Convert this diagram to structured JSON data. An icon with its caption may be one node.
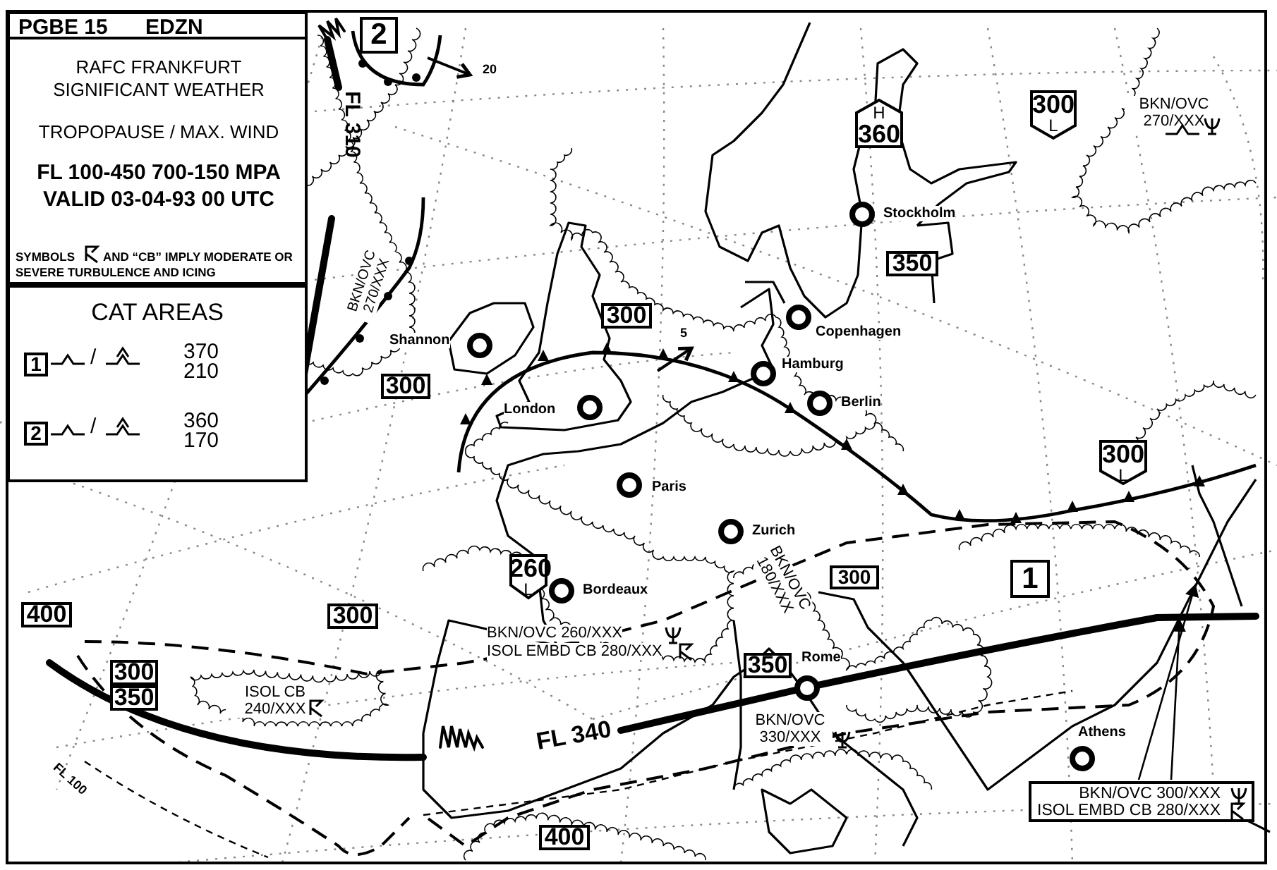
{
  "diagram": {
    "nodes": [
      {
        "text": [
          "PGBE 15",
          "EDZN"
        ]
      },
      {
        "text": [
          "RAFC FRANKFURT SIGNIFICANT WEATHER",
          "TROPOPAUSE / MAX. WIND",
          "FL 100-450 700-150 MPA VALID 03-04-93 00 UTC",
          "SYMBOLS",
          "AND “CB” IMPLY MODERATE OR SEVERE TURBULENCE AND ICING"
        ]
      },
      {
        "text": [
          "CAT AREAS"
        ]
      },
      {
        "text": [
          "1"
        ],
        "in": 2
      },
      {
        "text": [
          "2"
        ],
        "in": 2
      },
      {
        "text": [
          "2"
        ]
      },
      {
        "text": [
          "H",
          "360"
        ]
      },
      {
        "text": [
          "300",
          "L"
        ]
      },
      {
        "text": [
          "350"
        ]
      },
      {
        "text": [
          "300"
        ]
      },
      {
        "text": [
          "300"
        ]
      },
      {
        "text": [
          "300",
          "L"
        ]
      },
      {
        "text": [
          "260",
          "L"
        ]
      },
      {
        "text": [
          "300"
        ]
      },
      {
        "text": [
          "1"
        ]
      },
      {
        "text": [
          "400"
        ]
      },
      {
        "text": [
          "300"
        ]
      },
      {
        "text": [
          "300"
        ]
      },
      {
        "text": [
          "350"
        ]
      },
      {
        "text": [
          "350"
        ]
      },
      {
        "text": [
          "400"
        ]
      },
      {
        "text": [
          "BKN/OVC 300/XXX",
          "ISOL EMBD CB 280/XXX"
        ]
      }
    ],
    "edges": [
      {
        "from": 21,
        "to": null,
        "arrow": "to"
      },
      {
        "from": 21,
        "to": null,
        "arrow": "to"
      }
    ],
    "labels": [
      "/",
      "/",
      "FL 310",
      "20",
      "BKN/OVC 270/XXX",
      "BKN/OVC 270/XXX",
      "Stockholm",
      "Shannon",
      "Copenhagen",
      "5",
      "Hamburg",
      "London",
      "Berlin",
      "Paris",
      "Zurich",
      "Bordeaux",
      "BKN/OVC 180/XXX",
      "BKN/OVC 260/XXX",
      "ISOL EMBD CB 280/XXX",
      "Rome",
      "ISOL CB 240/XXX",
      "FL 340",
      "BKN/OVC 330/XXX",
      "Athens",
      "FL 100",
      "370",
      "210",
      "360",
      "170"
    ]
  }
}
